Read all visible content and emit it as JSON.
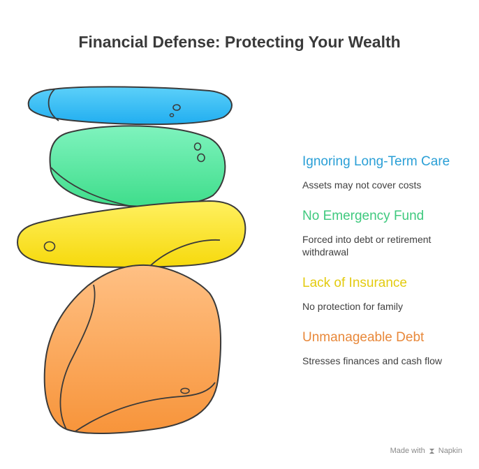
{
  "title": "Financial Defense: Protecting Your Wealth",
  "items": [
    {
      "title": "Ignoring Long-Term Care",
      "description": "Assets may not cover costs",
      "color": "#2a9fd6",
      "stone_color_top": "#5cd0f9",
      "stone_color_bottom": "#21aef0"
    },
    {
      "title": "No Emergency Fund",
      "description": "Forced into debt or retirement withdrawal",
      "color": "#3fc97e",
      "stone_color_top": "#7ff3be",
      "stone_color_bottom": "#3fdd8b"
    },
    {
      "title": "Lack of Insurance",
      "description": "No protection for family",
      "color": "#e3cb10",
      "stone_color_top": "#fff060",
      "stone_color_bottom": "#f6d90c"
    },
    {
      "title": "Unmanageable Debt",
      "description": "Stresses finances and cash flow",
      "color": "#e8883a",
      "stone_color_top": "#ffc084",
      "stone_color_bottom": "#f7943a"
    }
  ],
  "footer": {
    "made_with": "Made with",
    "brand": "Napkin"
  }
}
